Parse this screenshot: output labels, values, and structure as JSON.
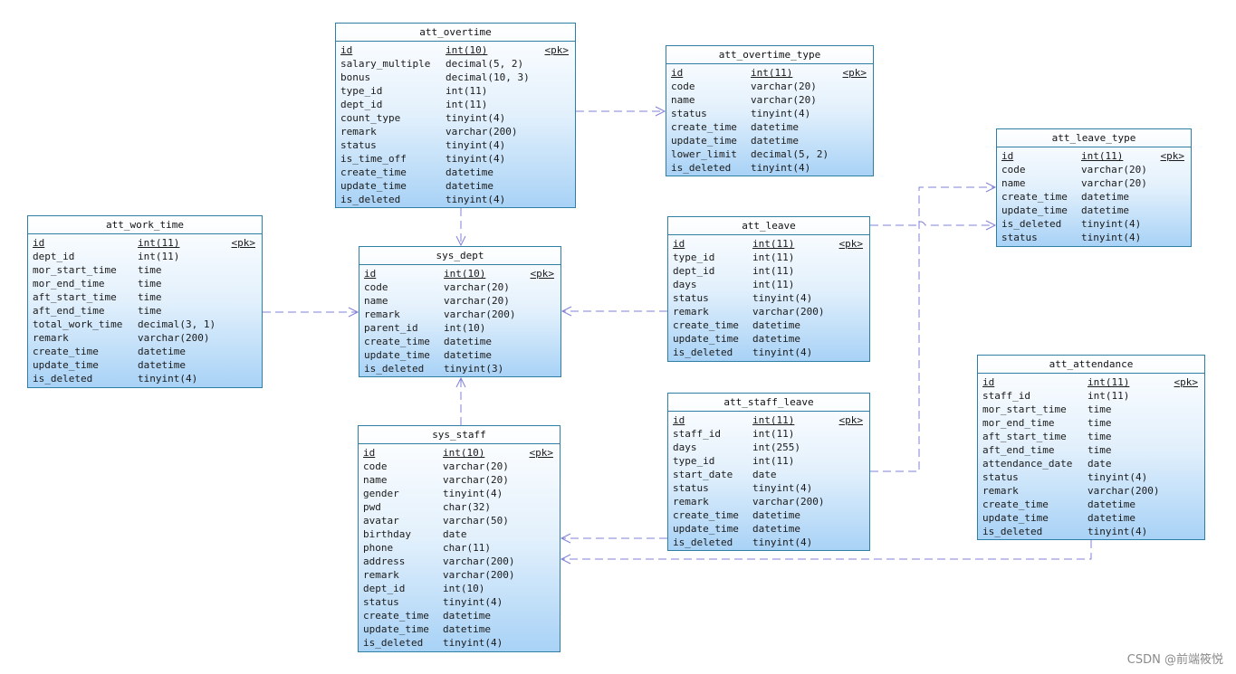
{
  "entities": [
    {
      "id": "att_overtime",
      "title": "att_overtime",
      "fields": [
        {
          "name": "id",
          "type": "int(10)",
          "key": "<pk>"
        },
        {
          "name": "salary_multiple",
          "type": "decimal(5, 2)"
        },
        {
          "name": "bonus",
          "type": "decimal(10, 3)"
        },
        {
          "name": "type_id",
          "type": "int(11)"
        },
        {
          "name": "dept_id",
          "type": "int(11)"
        },
        {
          "name": "count_type",
          "type": "tinyint(4)"
        },
        {
          "name": "remark",
          "type": "varchar(200)"
        },
        {
          "name": "status",
          "type": "tinyint(4)"
        },
        {
          "name": "is_time_off",
          "type": "tinyint(4)"
        },
        {
          "name": "create_time",
          "type": "datetime"
        },
        {
          "name": "update_time",
          "type": "datetime"
        },
        {
          "name": "is_deleted",
          "type": "tinyint(4)"
        }
      ]
    },
    {
      "id": "att_overtime_type",
      "title": "att_overtime_type",
      "fields": [
        {
          "name": "id",
          "type": "int(11)",
          "key": "<pk>"
        },
        {
          "name": "code",
          "type": "varchar(20)"
        },
        {
          "name": "name",
          "type": "varchar(20)"
        },
        {
          "name": "status",
          "type": "tinyint(4)"
        },
        {
          "name": "create_time",
          "type": "datetime"
        },
        {
          "name": "update_time",
          "type": "datetime"
        },
        {
          "name": "lower_limit",
          "type": "decimal(5, 2)"
        },
        {
          "name": "is_deleted",
          "type": "tinyint(4)"
        }
      ]
    },
    {
      "id": "att_leave_type",
      "title": "att_leave_type",
      "fields": [
        {
          "name": "id",
          "type": "int(11)",
          "key": "<pk>"
        },
        {
          "name": "code",
          "type": "varchar(20)"
        },
        {
          "name": "name",
          "type": "varchar(20)"
        },
        {
          "name": "create_time",
          "type": "datetime"
        },
        {
          "name": "update_time",
          "type": "datetime"
        },
        {
          "name": "is_deleted",
          "type": "tinyint(4)"
        },
        {
          "name": "status",
          "type": "tinyint(4)"
        }
      ]
    },
    {
      "id": "att_work_time",
      "title": "att_work_time",
      "fields": [
        {
          "name": "id",
          "type": "int(11)",
          "key": "<pk>"
        },
        {
          "name": "dept_id",
          "type": "int(11)"
        },
        {
          "name": "mor_start_time",
          "type": "time"
        },
        {
          "name": "mor_end_time",
          "type": "time"
        },
        {
          "name": "aft_start_time",
          "type": "time"
        },
        {
          "name": "aft_end_time",
          "type": "time"
        },
        {
          "name": "total_work_time",
          "type": "decimal(3, 1)"
        },
        {
          "name": "remark",
          "type": "varchar(200)"
        },
        {
          "name": "create_time",
          "type": "datetime"
        },
        {
          "name": "update_time",
          "type": "datetime"
        },
        {
          "name": "is_deleted",
          "type": "tinyint(4)"
        }
      ]
    },
    {
      "id": "sys_dept",
      "title": "sys_dept",
      "fields": [
        {
          "name": "id",
          "type": "int(10)",
          "key": "<pk>"
        },
        {
          "name": "code",
          "type": "varchar(20)"
        },
        {
          "name": "name",
          "type": "varchar(20)"
        },
        {
          "name": "remark",
          "type": "varchar(200)"
        },
        {
          "name": "parent_id",
          "type": "int(10)"
        },
        {
          "name": "create_time",
          "type": "datetime"
        },
        {
          "name": "update_time",
          "type": "datetime"
        },
        {
          "name": "is_deleted",
          "type": "tinyint(3)"
        }
      ]
    },
    {
      "id": "att_leave",
      "title": "att_leave",
      "fields": [
        {
          "name": "id",
          "type": "int(11)",
          "key": "<pk>"
        },
        {
          "name": "type_id",
          "type": "int(11)"
        },
        {
          "name": "dept_id",
          "type": "int(11)"
        },
        {
          "name": "days",
          "type": "int(11)"
        },
        {
          "name": "status",
          "type": "tinyint(4)"
        },
        {
          "name": "remark",
          "type": "varchar(200)"
        },
        {
          "name": "create_time",
          "type": "datetime"
        },
        {
          "name": "update_time",
          "type": "datetime"
        },
        {
          "name": "is_deleted",
          "type": "tinyint(4)"
        }
      ]
    },
    {
      "id": "att_attendance",
      "title": "att_attendance",
      "fields": [
        {
          "name": "id",
          "type": "int(11)",
          "key": "<pk>"
        },
        {
          "name": "staff_id",
          "type": "int(11)"
        },
        {
          "name": "mor_start_time",
          "type": "time"
        },
        {
          "name": "mor_end_time",
          "type": "time"
        },
        {
          "name": "aft_start_time",
          "type": "time"
        },
        {
          "name": "aft_end_time",
          "type": "time"
        },
        {
          "name": "attendance_date",
          "type": "date"
        },
        {
          "name": "status",
          "type": "tinyint(4)"
        },
        {
          "name": "remark",
          "type": "varchar(200)"
        },
        {
          "name": "create_time",
          "type": "datetime"
        },
        {
          "name": "update_time",
          "type": "datetime"
        },
        {
          "name": "is_deleted",
          "type": "tinyint(4)"
        }
      ]
    },
    {
      "id": "att_staff_leave",
      "title": "att_staff_leave",
      "fields": [
        {
          "name": "id",
          "type": "int(11)",
          "key": "<pk>"
        },
        {
          "name": "staff_id",
          "type": "int(11)"
        },
        {
          "name": "days",
          "type": "int(255)"
        },
        {
          "name": "type_id",
          "type": "int(11)"
        },
        {
          "name": "start_date",
          "type": "date"
        },
        {
          "name": "status",
          "type": "tinyint(4)"
        },
        {
          "name": "remark",
          "type": "varchar(200)"
        },
        {
          "name": "create_time",
          "type": "datetime"
        },
        {
          "name": "update_time",
          "type": "datetime"
        },
        {
          "name": "is_deleted",
          "type": "tinyint(4)"
        }
      ]
    },
    {
      "id": "sys_staff",
      "title": "sys_staff",
      "fields": [
        {
          "name": "id",
          "type": "int(10)",
          "key": "<pk>"
        },
        {
          "name": "code",
          "type": "varchar(20)"
        },
        {
          "name": "name",
          "type": "varchar(20)"
        },
        {
          "name": "gender",
          "type": "tinyint(4)"
        },
        {
          "name": "pwd",
          "type": "char(32)"
        },
        {
          "name": "avatar",
          "type": "varchar(50)"
        },
        {
          "name": "birthday",
          "type": "date"
        },
        {
          "name": "phone",
          "type": "char(11)"
        },
        {
          "name": "address",
          "type": "varchar(200)"
        },
        {
          "name": "remark",
          "type": "varchar(200)"
        },
        {
          "name": "dept_id",
          "type": "int(10)"
        },
        {
          "name": "status",
          "type": "tinyint(4)"
        },
        {
          "name": "create_time",
          "type": "datetime"
        },
        {
          "name": "update_time",
          "type": "datetime"
        },
        {
          "name": "is_deleted",
          "type": "tinyint(4)"
        }
      ]
    }
  ],
  "relationships": [
    {
      "from": "att_overtime",
      "to": "att_overtime_type"
    },
    {
      "from": "att_overtime",
      "to": "sys_dept"
    },
    {
      "from": "att_work_time",
      "to": "sys_dept"
    },
    {
      "from": "att_leave",
      "to": "sys_dept"
    },
    {
      "from": "att_leave",
      "to": "att_leave_type"
    },
    {
      "from": "att_staff_leave",
      "to": "att_leave_type"
    },
    {
      "from": "att_staff_leave",
      "to": "sys_staff"
    },
    {
      "from": "att_attendance",
      "to": "sys_staff"
    },
    {
      "from": "sys_staff",
      "to": "sys_dept"
    }
  ],
  "colors": {
    "border": "#2f7fa5",
    "connector": "#8080d8"
  },
  "watermark": "CSDN @前端筱悦"
}
